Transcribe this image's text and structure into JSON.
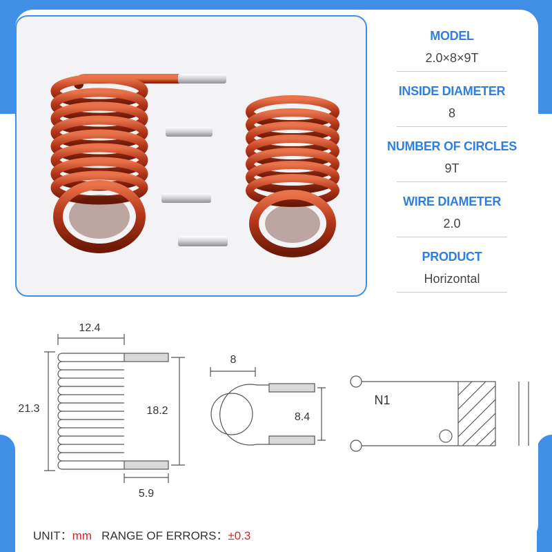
{
  "specs": [
    {
      "label": "MODEL",
      "value": "2.0×8×9T"
    },
    {
      "label": "INSIDE DIAMETER",
      "value": "8"
    },
    {
      "label": "NUMBER OF CIRCLES",
      "value": "9T"
    },
    {
      "label": "WIRE DIAMETER",
      "value": "2.0"
    },
    {
      "label": "PRODUCT",
      "value": "Horizontal"
    }
  ],
  "dimensions": {
    "coil_length": "12.4",
    "total_height": "21.3",
    "lead_span": "18.2",
    "lead_length": "5.9",
    "inside_diameter": "8",
    "lead_spacing": "8.4",
    "winding_label": "N1"
  },
  "footer": {
    "unit_label": "UNIT：",
    "unit_value": "mm",
    "error_label": "RANGE OF ERRORS：",
    "error_value": "±0.3"
  },
  "colors": {
    "accent": "#3f8fe6",
    "copper": "#b5381a",
    "highlight": "#e02020"
  }
}
